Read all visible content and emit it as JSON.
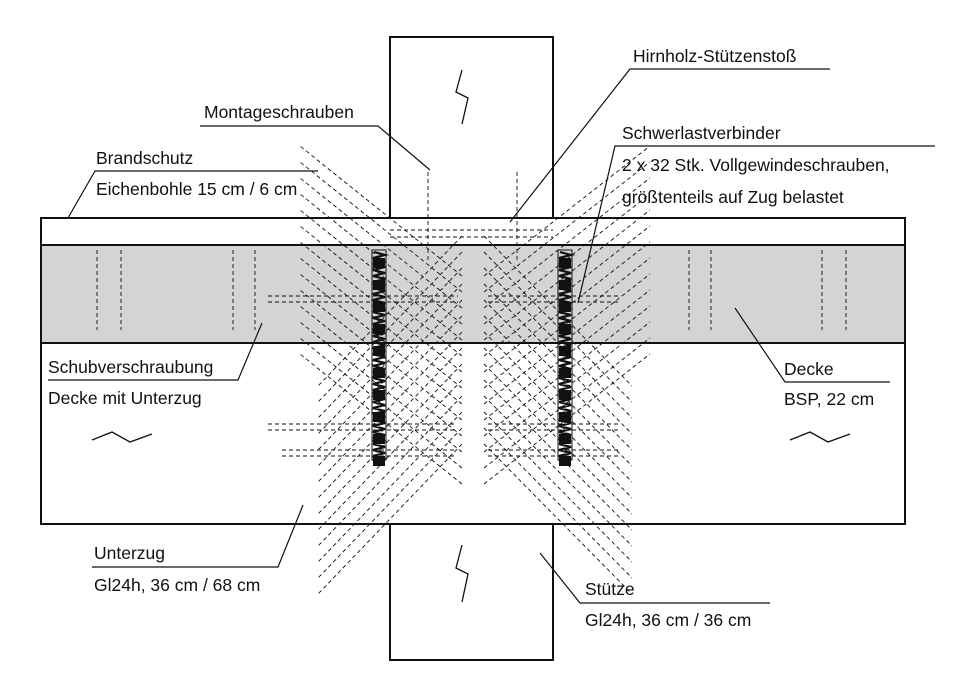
{
  "labels": {
    "montageschrauben": "Montageschrauben",
    "hirnholz": "Hirnholz-Stützenstoß",
    "schwerlast_title": "Schwerlastverbinder",
    "schwerlast_line1": "2 x 32 Stk. Vollgewindeschrauben,",
    "schwerlast_line2": "größtenteils  auf Zug belastet",
    "brandschutz_title": "Brandschutz",
    "brandschutz_sub": "Eichenbohle 15 cm / 6 cm",
    "schub_title": "Schubverschraubung",
    "schub_sub": "Decke mit Unterzug",
    "decke_title": "Decke",
    "decke_sub": "BSP, 22 cm",
    "unterzug_title": "Unterzug",
    "unterzug_sub": "Gl24h, 36 cm / 68 cm",
    "stuetze_title": "Stütze",
    "stuetze_sub": "Gl24h, 36 cm / 36 cm"
  },
  "colors": {
    "line": "#111111",
    "slab_fill": "#d4d4d4",
    "background": "#ffffff"
  },
  "icons": [
    "grain-direction-arrow-icon"
  ]
}
